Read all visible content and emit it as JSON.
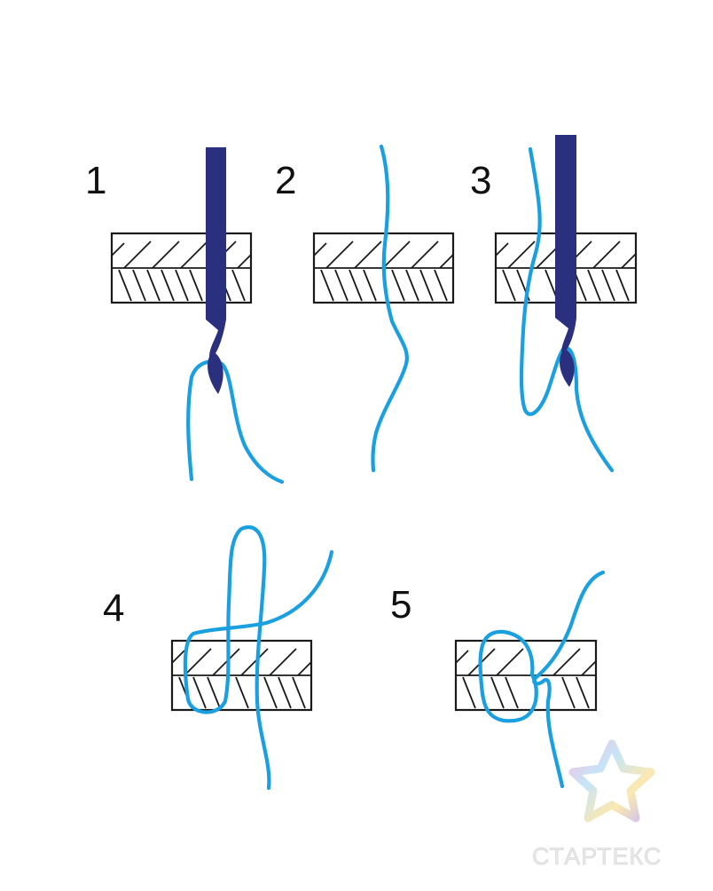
{
  "steps": [
    {
      "number": "1"
    },
    {
      "number": "2"
    },
    {
      "number": "3"
    },
    {
      "number": "4"
    },
    {
      "number": "5"
    }
  ],
  "colors": {
    "thread": "#1aa0e0",
    "needle": "#2a2f7e",
    "fabric_line": "#1a1a1a",
    "fabric_fill": "#ffffff",
    "background": "#ffffff",
    "watermark_text": "#e6e6e6"
  },
  "watermark": {
    "text": "СТАРТЕКС",
    "logo_icon": "star-logo-icon"
  }
}
